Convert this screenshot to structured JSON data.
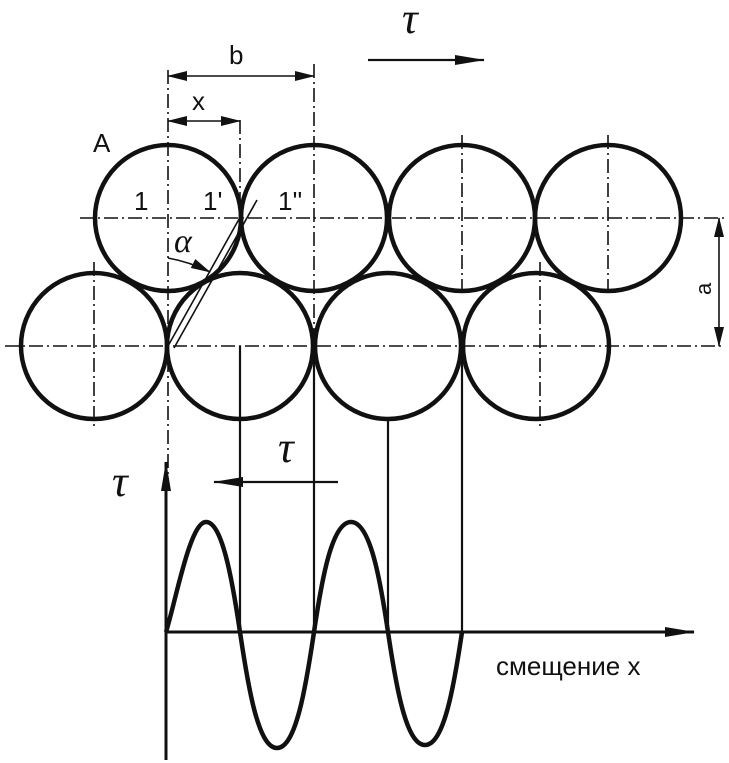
{
  "labels": {
    "tau_top": "τ",
    "tau_mid": "τ",
    "tau_axis": "τ",
    "b": "b",
    "x": "x",
    "A": "A",
    "one": "1",
    "one_prime": "1'",
    "one_double_prime": "1''",
    "alpha": "α",
    "a": "a",
    "x_axis": "смещение x"
  }
}
